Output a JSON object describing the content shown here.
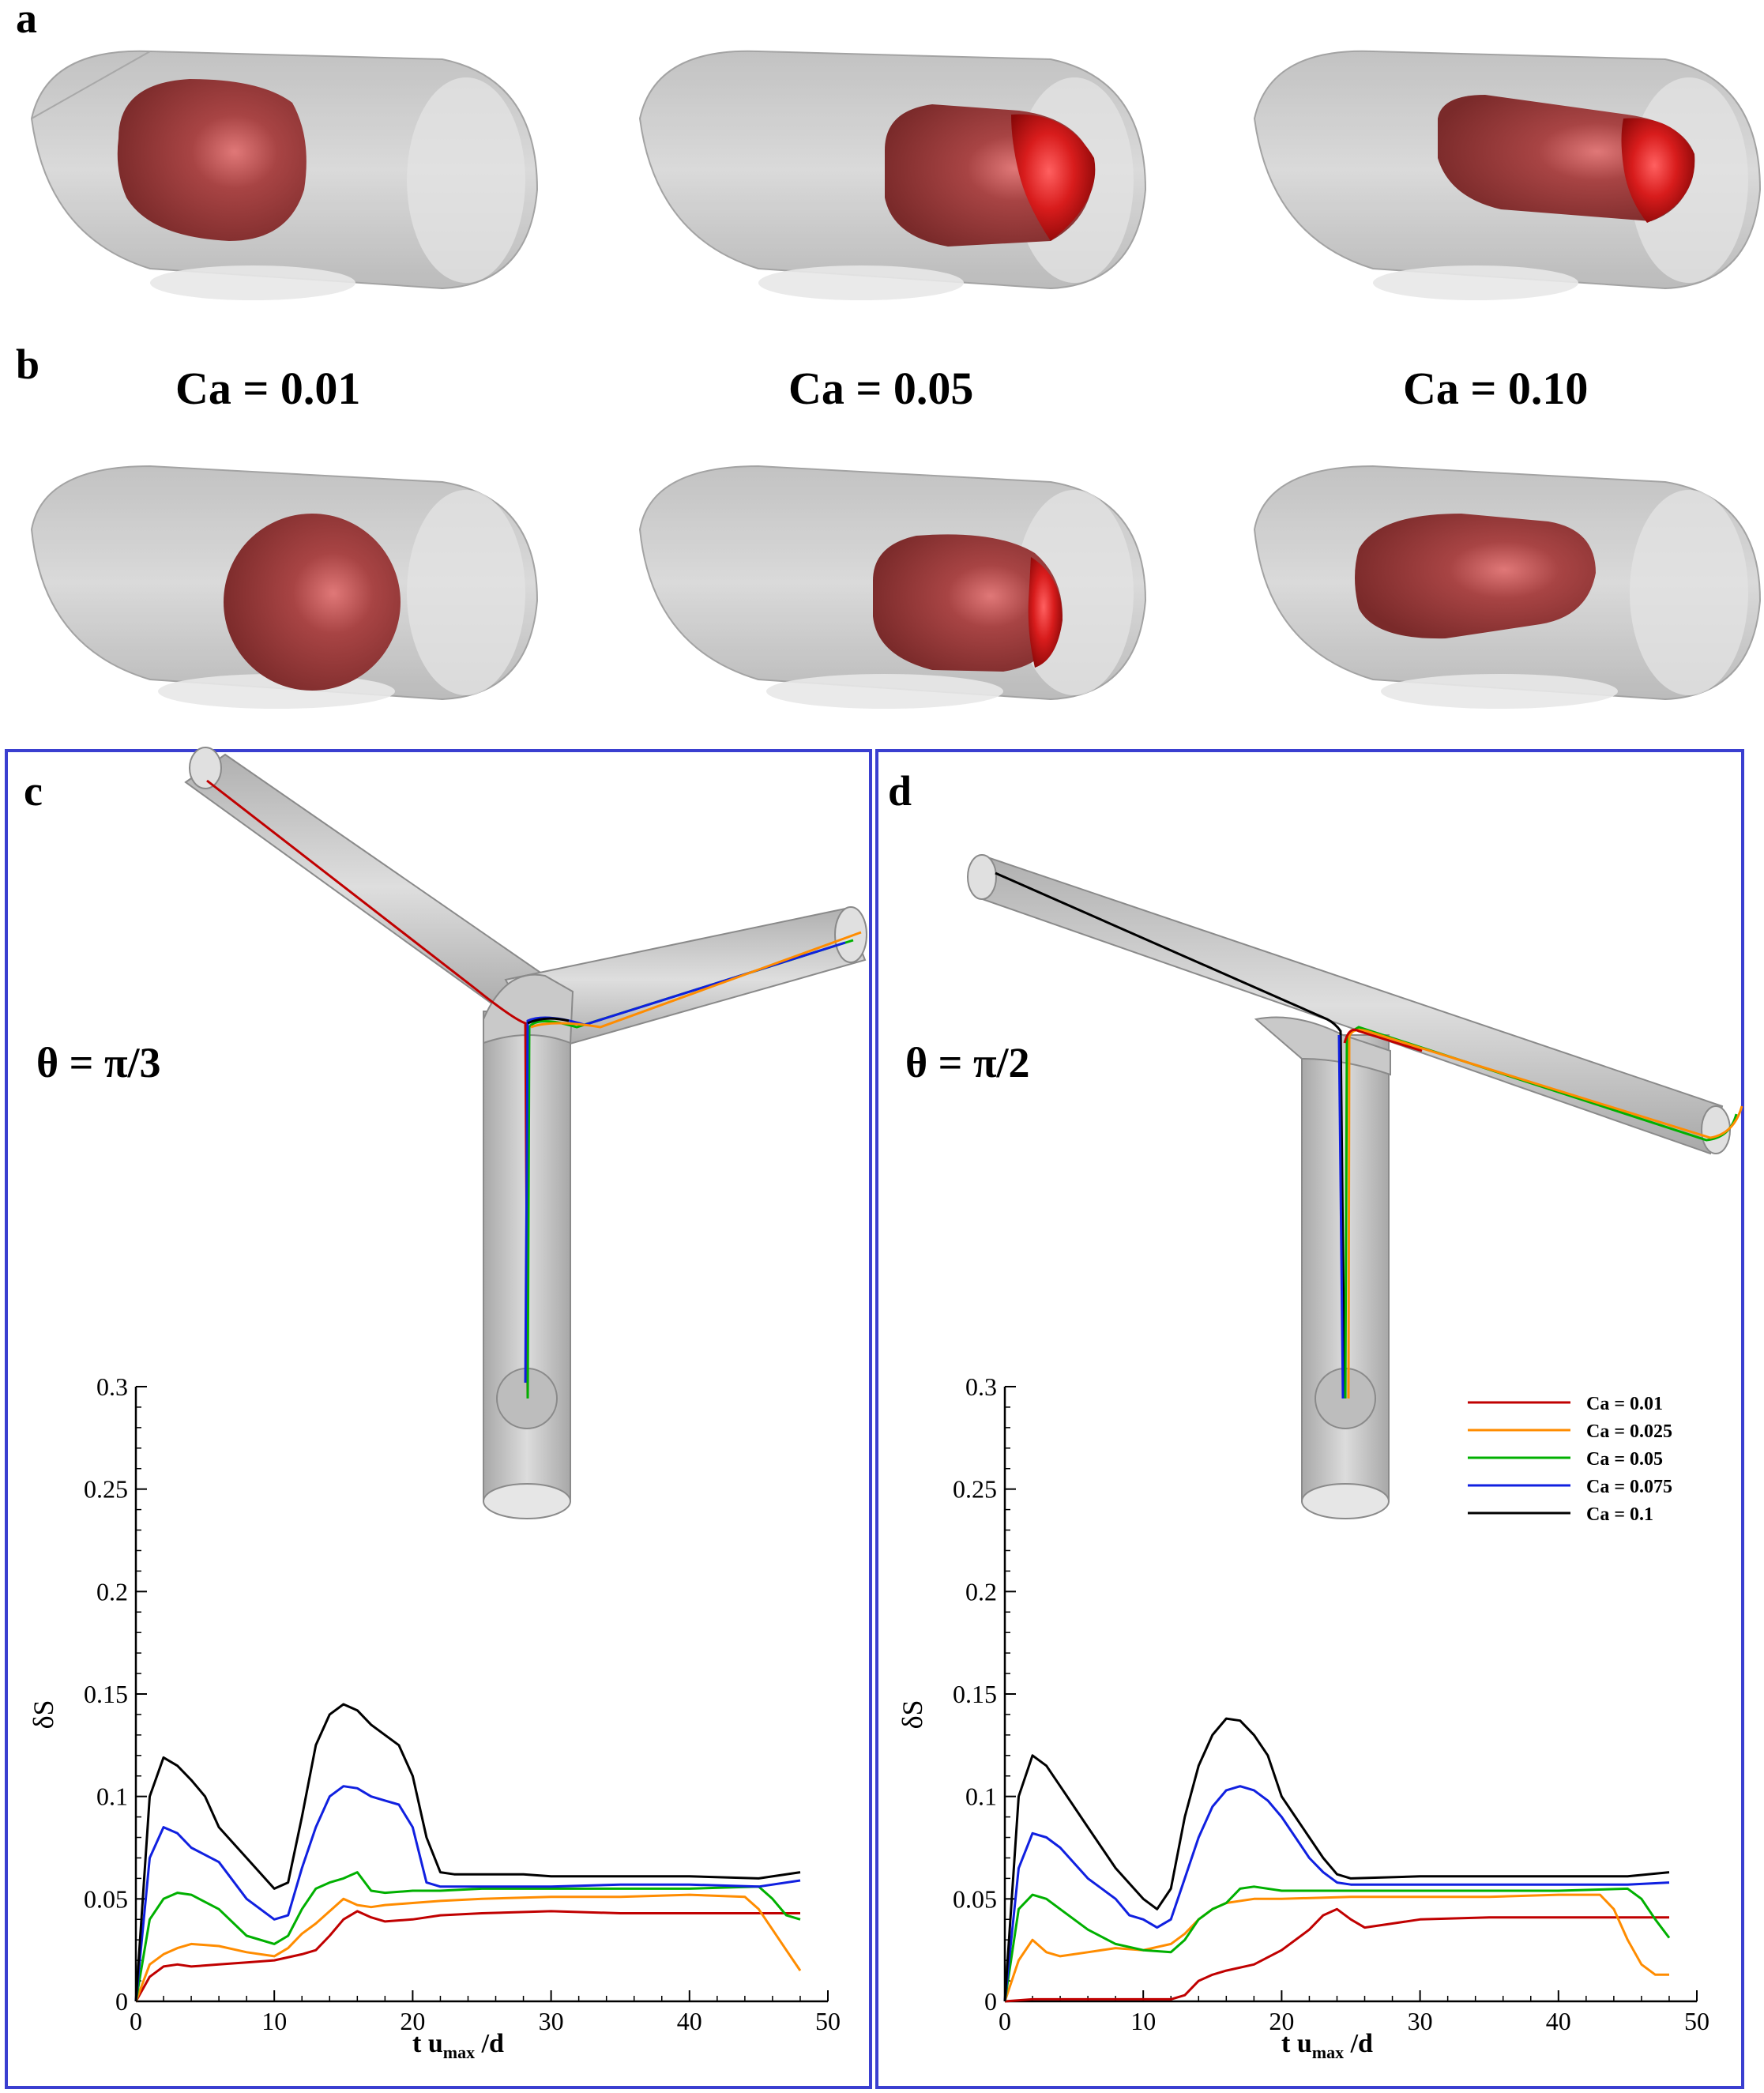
{
  "panels": {
    "a": "a",
    "b": "b",
    "c": "c",
    "d": "d"
  },
  "ca_labels": [
    "Ca = 0.01",
    "Ca = 0.05",
    "Ca = 0.10"
  ],
  "theta_c": "θ = π/3",
  "theta_d": "θ = π/2",
  "colors": {
    "frame": "#3a3fd0",
    "droplet": "#a83838",
    "tube": "#c8c8c8"
  },
  "chart_data": [
    {
      "type": "line",
      "panel": "c",
      "xlabel": "t u",
      "xlabel_sub": "max",
      "xlabel_suffix": " /d",
      "ylabel": "δS",
      "xlim": [
        0,
        50
      ],
      "ylim": [
        0,
        0.3
      ],
      "xticks": [
        "0",
        "10",
        "20",
        "30",
        "40",
        "50"
      ],
      "yticks": [
        "0",
        "0.05",
        "0.1",
        "0.15",
        "0.2",
        "0.25",
        "0.3"
      ],
      "series": [
        {
          "name": "Ca = 0.01",
          "color": "#c00000",
          "x": [
            0,
            1,
            2,
            3,
            4,
            6,
            8,
            10,
            12,
            13,
            14,
            15,
            16,
            17,
            18,
            20,
            22,
            25,
            30,
            35,
            40,
            44,
            46,
            48
          ],
          "y": [
            0,
            0.012,
            0.017,
            0.018,
            0.017,
            0.018,
            0.019,
            0.02,
            0.023,
            0.025,
            0.032,
            0.04,
            0.044,
            0.041,
            0.039,
            0.04,
            0.042,
            0.043,
            0.044,
            0.043,
            0.043,
            0.043,
            0.043,
            0.043
          ]
        },
        {
          "name": "Ca = 0.025",
          "color": "#ff8c00",
          "x": [
            0,
            1,
            2,
            3,
            4,
            6,
            8,
            10,
            11,
            12,
            13,
            14,
            15,
            16,
            17,
            18,
            20,
            22,
            25,
            30,
            35,
            40,
            44,
            45,
            46,
            47,
            48
          ],
          "y": [
            0,
            0.018,
            0.023,
            0.026,
            0.028,
            0.027,
            0.024,
            0.022,
            0.026,
            0.033,
            0.038,
            0.044,
            0.05,
            0.047,
            0.046,
            0.047,
            0.048,
            0.049,
            0.05,
            0.051,
            0.051,
            0.052,
            0.051,
            0.045,
            0.035,
            0.025,
            0.015
          ]
        },
        {
          "name": "Ca = 0.05",
          "color": "#00b000",
          "x": [
            0,
            1,
            2,
            3,
            4,
            6,
            8,
            10,
            11,
            12,
            13,
            14,
            15,
            16,
            17,
            18,
            20,
            22,
            25,
            30,
            35,
            40,
            45,
            46,
            47,
            48
          ],
          "y": [
            0,
            0.04,
            0.05,
            0.053,
            0.052,
            0.045,
            0.032,
            0.028,
            0.032,
            0.045,
            0.055,
            0.058,
            0.06,
            0.063,
            0.054,
            0.053,
            0.054,
            0.054,
            0.055,
            0.055,
            0.055,
            0.055,
            0.056,
            0.05,
            0.042,
            0.04
          ]
        },
        {
          "name": "Ca = 0.075",
          "color": "#1020e0",
          "x": [
            0,
            1,
            2,
            3,
            4,
            6,
            8,
            10,
            11,
            12,
            13,
            14,
            15,
            16,
            17,
            18,
            19,
            20,
            21,
            22,
            25,
            30,
            35,
            40,
            45,
            48
          ],
          "y": [
            0,
            0.07,
            0.085,
            0.082,
            0.075,
            0.068,
            0.05,
            0.04,
            0.042,
            0.065,
            0.085,
            0.1,
            0.105,
            0.104,
            0.1,
            0.098,
            0.096,
            0.085,
            0.058,
            0.056,
            0.056,
            0.056,
            0.057,
            0.057,
            0.056,
            0.059
          ]
        },
        {
          "name": "Ca = 0.1",
          "color": "#000000",
          "x": [
            0,
            1,
            2,
            3,
            4,
            5,
            6,
            8,
            10,
            11,
            12,
            13,
            14,
            15,
            16,
            17,
            18,
            19,
            20,
            21,
            22,
            23,
            25,
            28,
            30,
            35,
            40,
            45,
            48
          ],
          "y": [
            0,
            0.1,
            0.119,
            0.115,
            0.108,
            0.1,
            0.085,
            0.07,
            0.055,
            0.058,
            0.09,
            0.125,
            0.14,
            0.145,
            0.142,
            0.135,
            0.13,
            0.125,
            0.11,
            0.08,
            0.063,
            0.062,
            0.062,
            0.062,
            0.061,
            0.061,
            0.061,
            0.06,
            0.063
          ]
        }
      ]
    },
    {
      "type": "line",
      "panel": "d",
      "xlabel": "t u",
      "xlabel_sub": "max",
      "xlabel_suffix": " /d",
      "ylabel": "δS",
      "xlim": [
        0,
        50
      ],
      "ylim": [
        0,
        0.3
      ],
      "xticks": [
        "0",
        "10",
        "20",
        "30",
        "40",
        "50"
      ],
      "yticks": [
        "0",
        "0.05",
        "0.1",
        "0.15",
        "0.2",
        "0.25",
        "0.3"
      ],
      "legend_position": "top-right",
      "series": [
        {
          "name": "Ca = 0.01",
          "color": "#c00000",
          "x": [
            0,
            2,
            5,
            8,
            10,
            12,
            13,
            14,
            15,
            16,
            18,
            20,
            22,
            23,
            24,
            25,
            26,
            28,
            30,
            35,
            40,
            45,
            48
          ],
          "y": [
            0,
            0.001,
            0.001,
            0.001,
            0.001,
            0.001,
            0.003,
            0.01,
            0.013,
            0.015,
            0.018,
            0.025,
            0.035,
            0.042,
            0.045,
            0.04,
            0.036,
            0.038,
            0.04,
            0.041,
            0.041,
            0.041,
            0.041
          ]
        },
        {
          "name": "Ca = 0.025",
          "color": "#ff8c00",
          "x": [
            0,
            1,
            2,
            3,
            4,
            6,
            8,
            10,
            12,
            13,
            14,
            15,
            16,
            18,
            20,
            25,
            30,
            35,
            40,
            43,
            44,
            45,
            46,
            47,
            48
          ],
          "y": [
            0,
            0.02,
            0.03,
            0.024,
            0.022,
            0.024,
            0.026,
            0.025,
            0.028,
            0.033,
            0.04,
            0.045,
            0.048,
            0.05,
            0.05,
            0.051,
            0.051,
            0.051,
            0.052,
            0.052,
            0.045,
            0.03,
            0.018,
            0.013,
            0.013
          ]
        },
        {
          "name": "Ca = 0.05",
          "color": "#00b000",
          "x": [
            0,
            1,
            2,
            3,
            4,
            6,
            8,
            10,
            12,
            13,
            14,
            15,
            16,
            17,
            18,
            20,
            25,
            30,
            35,
            40,
            45,
            46,
            47,
            48
          ],
          "y": [
            0,
            0.045,
            0.052,
            0.05,
            0.045,
            0.035,
            0.028,
            0.025,
            0.024,
            0.03,
            0.04,
            0.045,
            0.048,
            0.055,
            0.056,
            0.054,
            0.054,
            0.054,
            0.054,
            0.054,
            0.055,
            0.05,
            0.04,
            0.031
          ]
        },
        {
          "name": "Ca = 0.075",
          "color": "#1020e0",
          "x": [
            0,
            1,
            2,
            3,
            4,
            6,
            8,
            9,
            10,
            11,
            12,
            13,
            14,
            15,
            16,
            17,
            18,
            19,
            20,
            21,
            22,
            23,
            24,
            25,
            30,
            35,
            40,
            45,
            48
          ],
          "y": [
            0,
            0.065,
            0.082,
            0.08,
            0.075,
            0.06,
            0.05,
            0.042,
            0.04,
            0.036,
            0.04,
            0.06,
            0.08,
            0.095,
            0.103,
            0.105,
            0.103,
            0.098,
            0.09,
            0.08,
            0.07,
            0.063,
            0.058,
            0.057,
            0.057,
            0.057,
            0.057,
            0.057,
            0.058
          ]
        },
        {
          "name": "Ca = 0.1",
          "color": "#000000",
          "x": [
            0,
            1,
            2,
            3,
            4,
            5,
            6,
            8,
            10,
            11,
            12,
            13,
            14,
            15,
            16,
            17,
            18,
            19,
            20,
            21,
            22,
            23,
            24,
            25,
            30,
            35,
            40,
            45,
            48
          ],
          "y": [
            0,
            0.1,
            0.12,
            0.115,
            0.105,
            0.095,
            0.085,
            0.065,
            0.05,
            0.045,
            0.055,
            0.09,
            0.115,
            0.13,
            0.138,
            0.137,
            0.13,
            0.12,
            0.1,
            0.09,
            0.08,
            0.07,
            0.062,
            0.06,
            0.061,
            0.061,
            0.061,
            0.061,
            0.063
          ]
        }
      ]
    }
  ]
}
